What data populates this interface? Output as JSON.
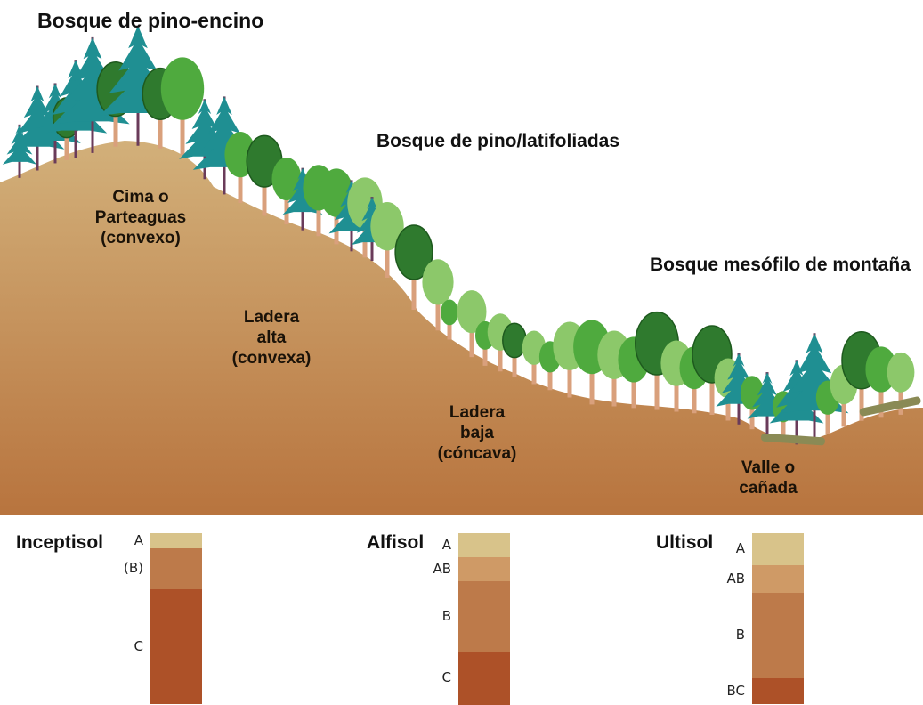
{
  "forests": {
    "pino_encino": "Bosque de pino-encino",
    "pino_latifoliadas": "Bosque de pino/latifoliadas",
    "mesofilo": "Bosque mesófilo de montaña"
  },
  "zones": {
    "cima": [
      "Cima o",
      "Parteaguas",
      "(convexo)"
    ],
    "ladera_alta": [
      "Ladera",
      "alta",
      "(convexa)"
    ],
    "ladera_baja": [
      "Ladera",
      "baja",
      "(cóncava)"
    ],
    "valle": [
      "Valle o",
      "cañada"
    ]
  },
  "soils": [
    {
      "name": "Inceptisol",
      "horizons": [
        {
          "label": "A",
          "fraction": 0.09,
          "color": "#d8c38a"
        },
        {
          "label": "(B)",
          "fraction": 0.24,
          "color": "#bd7a4a"
        },
        {
          "label": "C",
          "fraction": 0.67,
          "color": "#ad5128"
        }
      ]
    },
    {
      "name": "Alfisol",
      "horizons": [
        {
          "label": "A",
          "fraction": 0.14,
          "color": "#d8c38a"
        },
        {
          "label": "AB",
          "fraction": 0.14,
          "color": "#cf9a66"
        },
        {
          "label": "B",
          "fraction": 0.41,
          "color": "#bd7a4a"
        },
        {
          "label": "C",
          "fraction": 0.31,
          "color": "#ad5128"
        }
      ]
    },
    {
      "name": "Ultisol",
      "horizons": [
        {
          "label": "A",
          "fraction": 0.19,
          "color": "#d8c38a"
        },
        {
          "label": "AB",
          "fraction": 0.16,
          "color": "#cf9a66"
        },
        {
          "label": "B",
          "fraction": 0.5,
          "color": "#bd7a4a"
        },
        {
          "label": "BC",
          "fraction": 0.15,
          "color": "#ad5128"
        }
      ]
    }
  ],
  "colors": {
    "ground_top": "#d2b07a",
    "ground_bottom": "#b8743e",
    "pine": "#1f8f92",
    "pine_trunk": "#6a3b5a",
    "broadleaf_dark": "#2f7a2e",
    "broadleaf_mid": "#4faa3e",
    "broadleaf_light": "#8cc86a",
    "trunk": "#d9a07c"
  }
}
